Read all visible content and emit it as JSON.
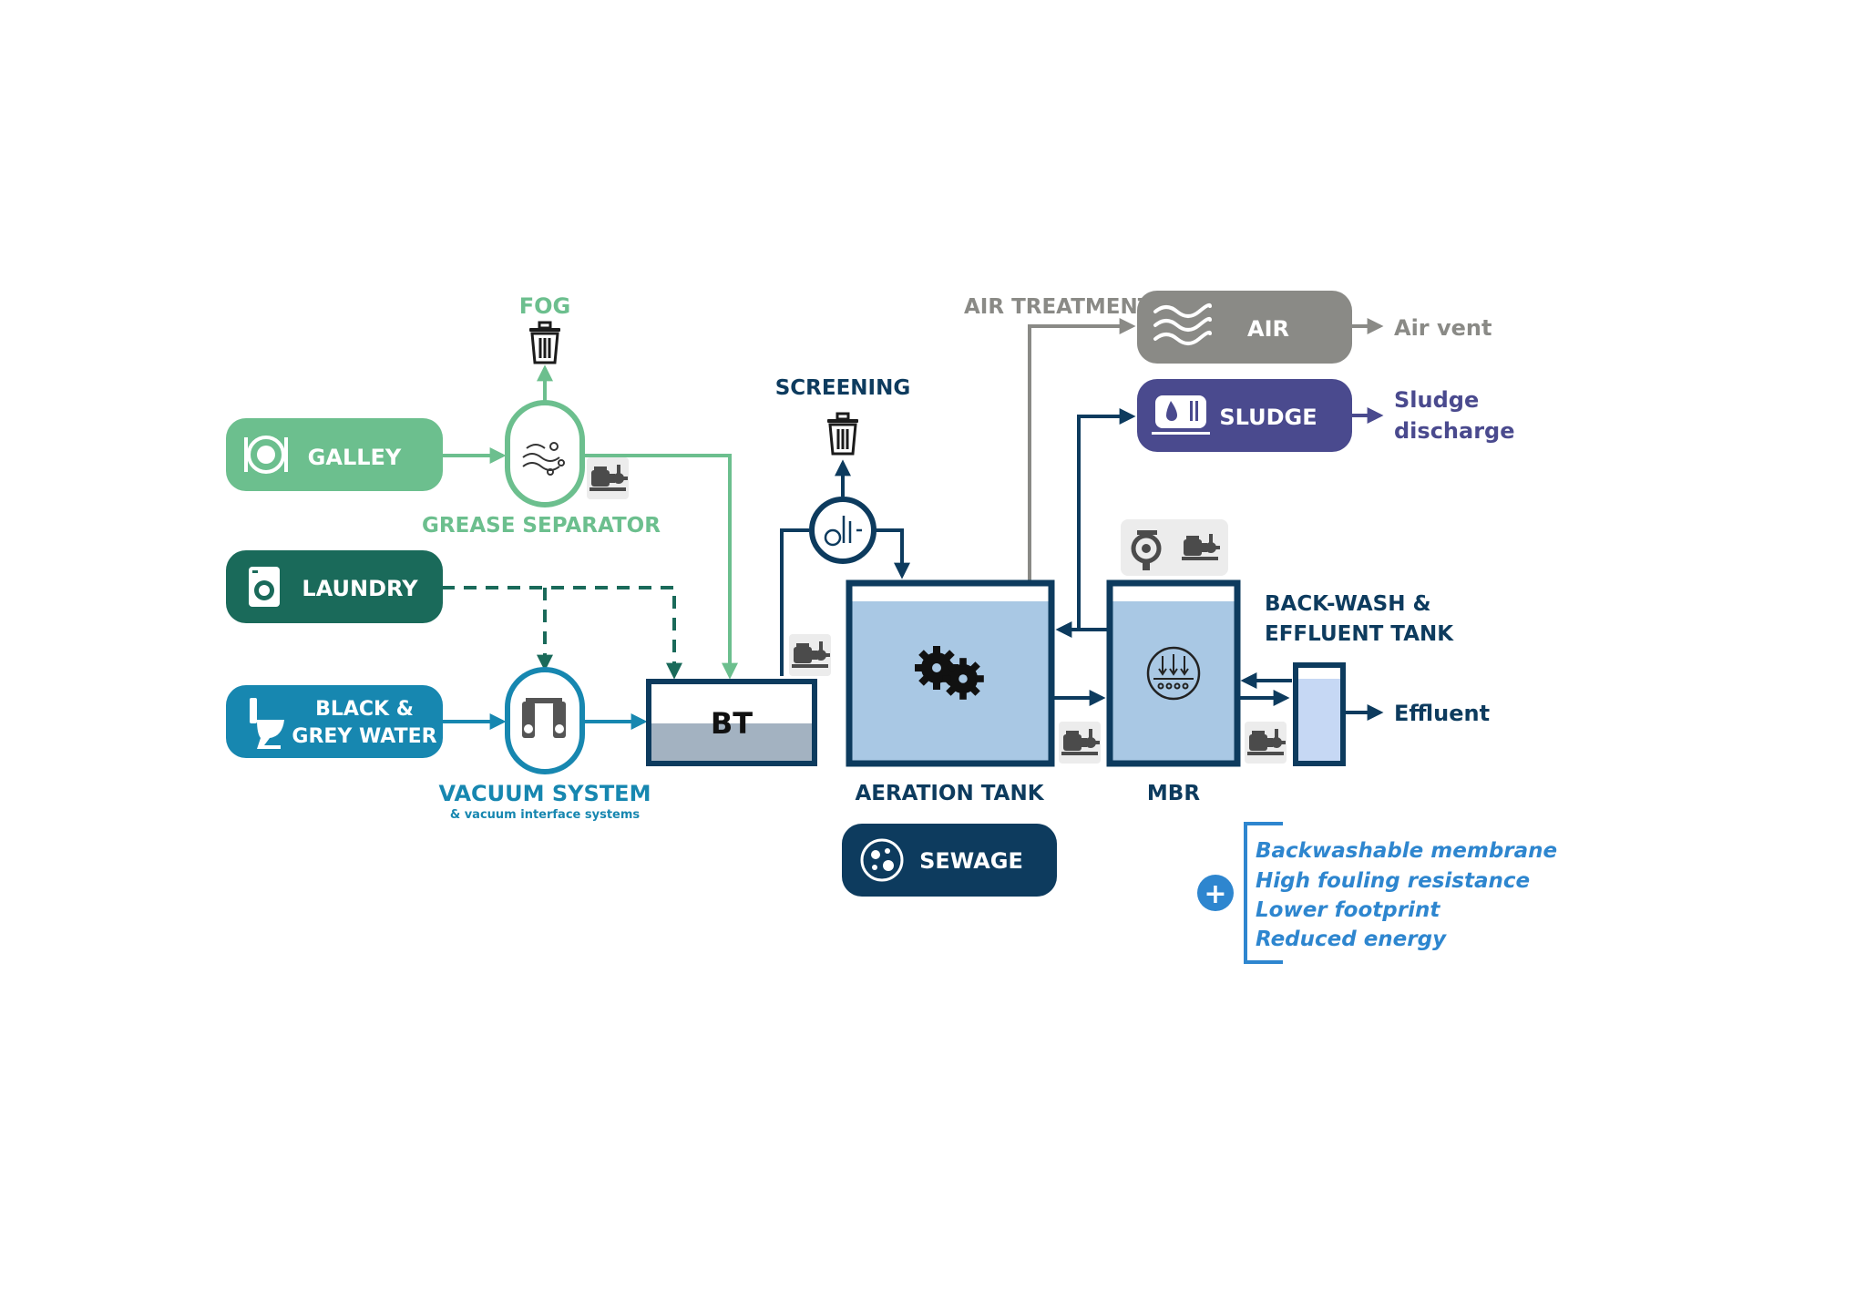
{
  "colors": {
    "galley": "#6cbf8e",
    "laundry": "#1a6a5a",
    "black_grey": "#1787b0",
    "navy": "#0d3b5e",
    "air": "#8a8a86",
    "sludge": "#4a4a8e",
    "tank_fill": "#a9c8e4",
    "bt_fill": "#a3b2c1",
    "effluent_fill": "#c6d8f4",
    "accent_blue": "#2e86cf"
  },
  "sources": {
    "galley": "GALLEY",
    "laundry": "LAUNDRY",
    "black_grey_line1": "BLACK &",
    "black_grey_line2": "GREY WATER"
  },
  "units": {
    "fog": "FOG",
    "grease_separator": "GREASE SEPARATOR",
    "vacuum_system": "VACUUM SYSTEM",
    "vacuum_system_sub": "& vacuum interface systems",
    "bt": "BT",
    "screening": "SCREENING",
    "aeration_tank": "AERATION TANK",
    "mbr": "MBR",
    "backwash_line1": "BACK-WASH &",
    "backwash_line2": "EFFLUENT TANK",
    "air_treatment": "AIR TREATMENT"
  },
  "outputs": {
    "air": "AIR",
    "air_vent": "Air vent",
    "sludge": "SLUDGE",
    "sludge_discharge_line1": "Sludge",
    "sludge_discharge_line2": "discharge",
    "effluent": "Effluent",
    "sewage": "SEWAGE"
  },
  "benefits": {
    "plus_icon": "+",
    "items": [
      "Backwashable membrane",
      "High fouling resistance",
      "Lower footprint",
      "Reduced energy"
    ]
  },
  "icons": [
    "plate-icon",
    "washing-machine-icon",
    "toilet-icon",
    "grease-icon",
    "trash-icon",
    "vacuum-pump-icon",
    "pump-icon",
    "screen-filter-icon",
    "gears-icon",
    "membrane-icon",
    "waves-icon",
    "sludge-tank-icon",
    "bacteria-icon",
    "blower-icon",
    "plus-icon"
  ]
}
